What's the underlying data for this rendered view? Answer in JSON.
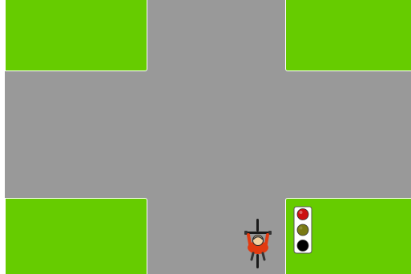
{
  "scene": {
    "type": "traffic-intersection",
    "colors": {
      "road": "#999999",
      "grass": "#66cc00",
      "curb": "#ffffff",
      "left_margin": "#ffffff"
    }
  },
  "traffic_light": {
    "icon": "traffic-light-icon",
    "state": "red",
    "lamps": [
      {
        "name": "red",
        "lit": true,
        "color": "#cc1111"
      },
      {
        "name": "amber",
        "lit": false,
        "color": "#7a7a14"
      },
      {
        "name": "green",
        "lit": false,
        "color": "#000000"
      }
    ]
  },
  "cyclist": {
    "icon": "cyclist-icon",
    "heading": "north",
    "jersey_color": "#e23a10",
    "lane": "northbound"
  }
}
